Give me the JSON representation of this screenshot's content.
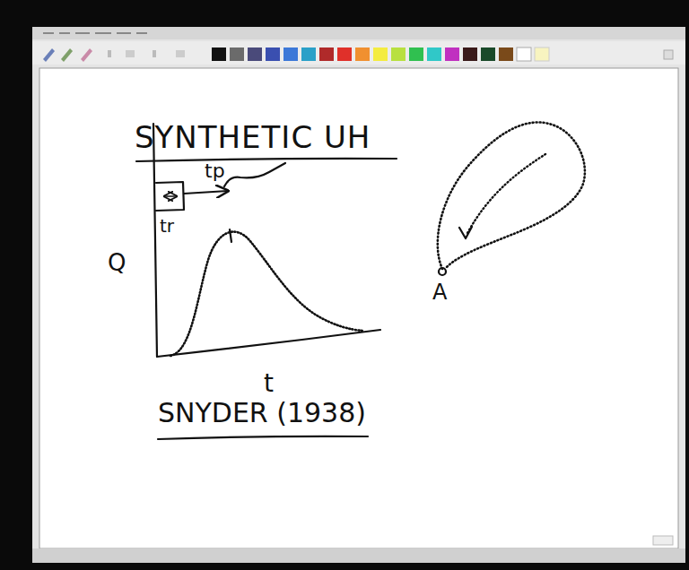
{
  "diagram": {
    "title": "SYNTHETIC UH",
    "labels": [
      "Q",
      "tp",
      "tr",
      "t",
      "SNYDER (1938)",
      "A"
    ]
  }
}
